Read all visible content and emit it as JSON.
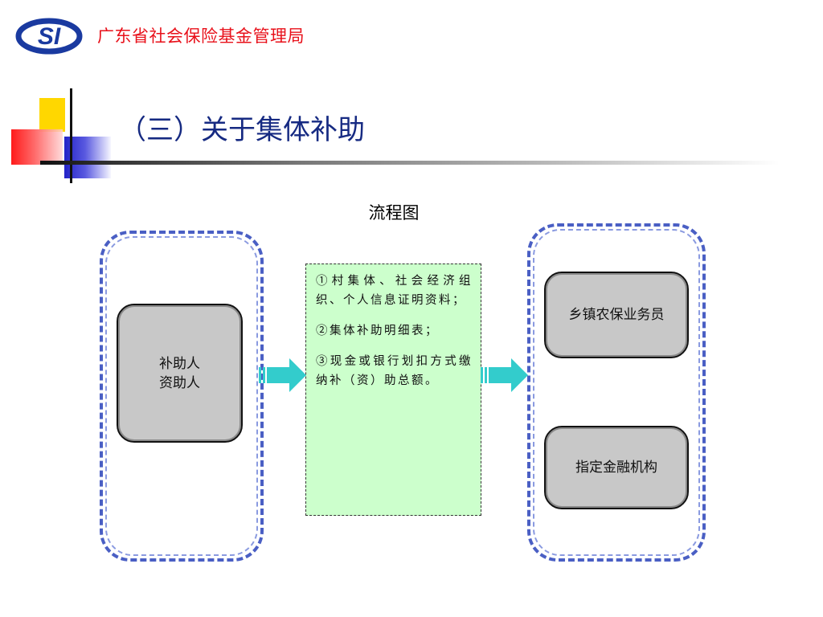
{
  "header": {
    "logo_text": "SI",
    "org_name": "广东省社会保险基金管理局"
  },
  "slide": {
    "title": "（三）关于集体补助"
  },
  "diagram": {
    "title": "流程图",
    "applicant_box": {
      "line1": "补助人",
      "line2": "资助人"
    },
    "documents": [
      "①村集体、社会经济组织、个人信息证明资料；",
      "②集体补助明细表；",
      "③现金或银行划扣方式缴纳补（资）助总额。"
    ],
    "township_box": "乡镇农保业务员",
    "bank_box": "指定金融机构"
  },
  "colors": {
    "org_red": "#e8101a",
    "title_blue": "#162a82",
    "arrow_teal": "#33cccc",
    "doc_green": "#ccffcc",
    "box_gray": "#c8c8c8"
  }
}
